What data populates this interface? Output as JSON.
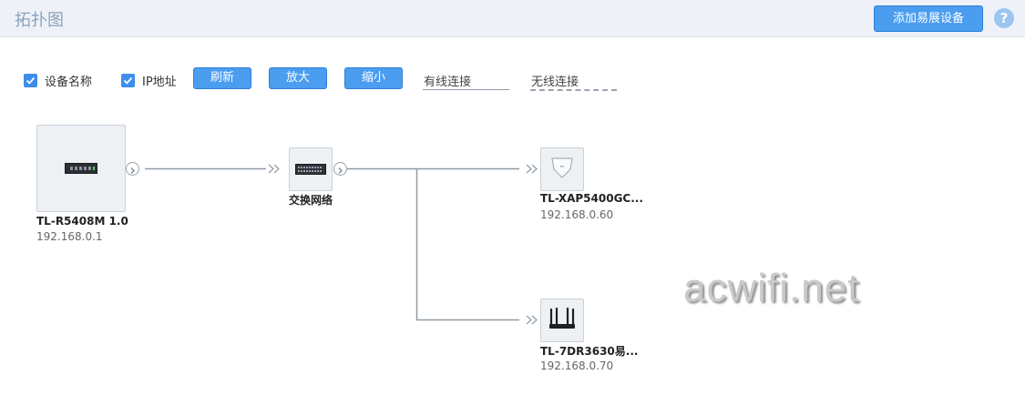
{
  "header": {
    "title": "拓扑图",
    "add_button": "添加易展设备",
    "help": "?"
  },
  "toolbar": {
    "show_name": {
      "label": "设备名称",
      "checked": true
    },
    "show_ip": {
      "label": "IP地址",
      "checked": true
    },
    "refresh": "刷新",
    "zoom_in": "放大",
    "zoom_out": "缩小",
    "legend_wired": "有线连接",
    "legend_wireless": "无线连接"
  },
  "nodes": {
    "router": {
      "name": "TL-R5408M 1.0",
      "ip": "192.168.0.1",
      "icon": "router-icon"
    },
    "switch": {
      "name": "交换网络",
      "icon": "switch-icon"
    },
    "ap": {
      "name": "TL-XAP5400GC...",
      "ip": "192.168.0.60",
      "icon": "ceiling-ap-icon"
    },
    "mesh": {
      "name": "TL-7DR3630易...",
      "ip": "192.168.0.70",
      "icon": "wifi-router-icon"
    }
  },
  "watermark": "acwifi.net",
  "colors": {
    "accent": "#4b9df0",
    "link": "#8f9aa6"
  }
}
